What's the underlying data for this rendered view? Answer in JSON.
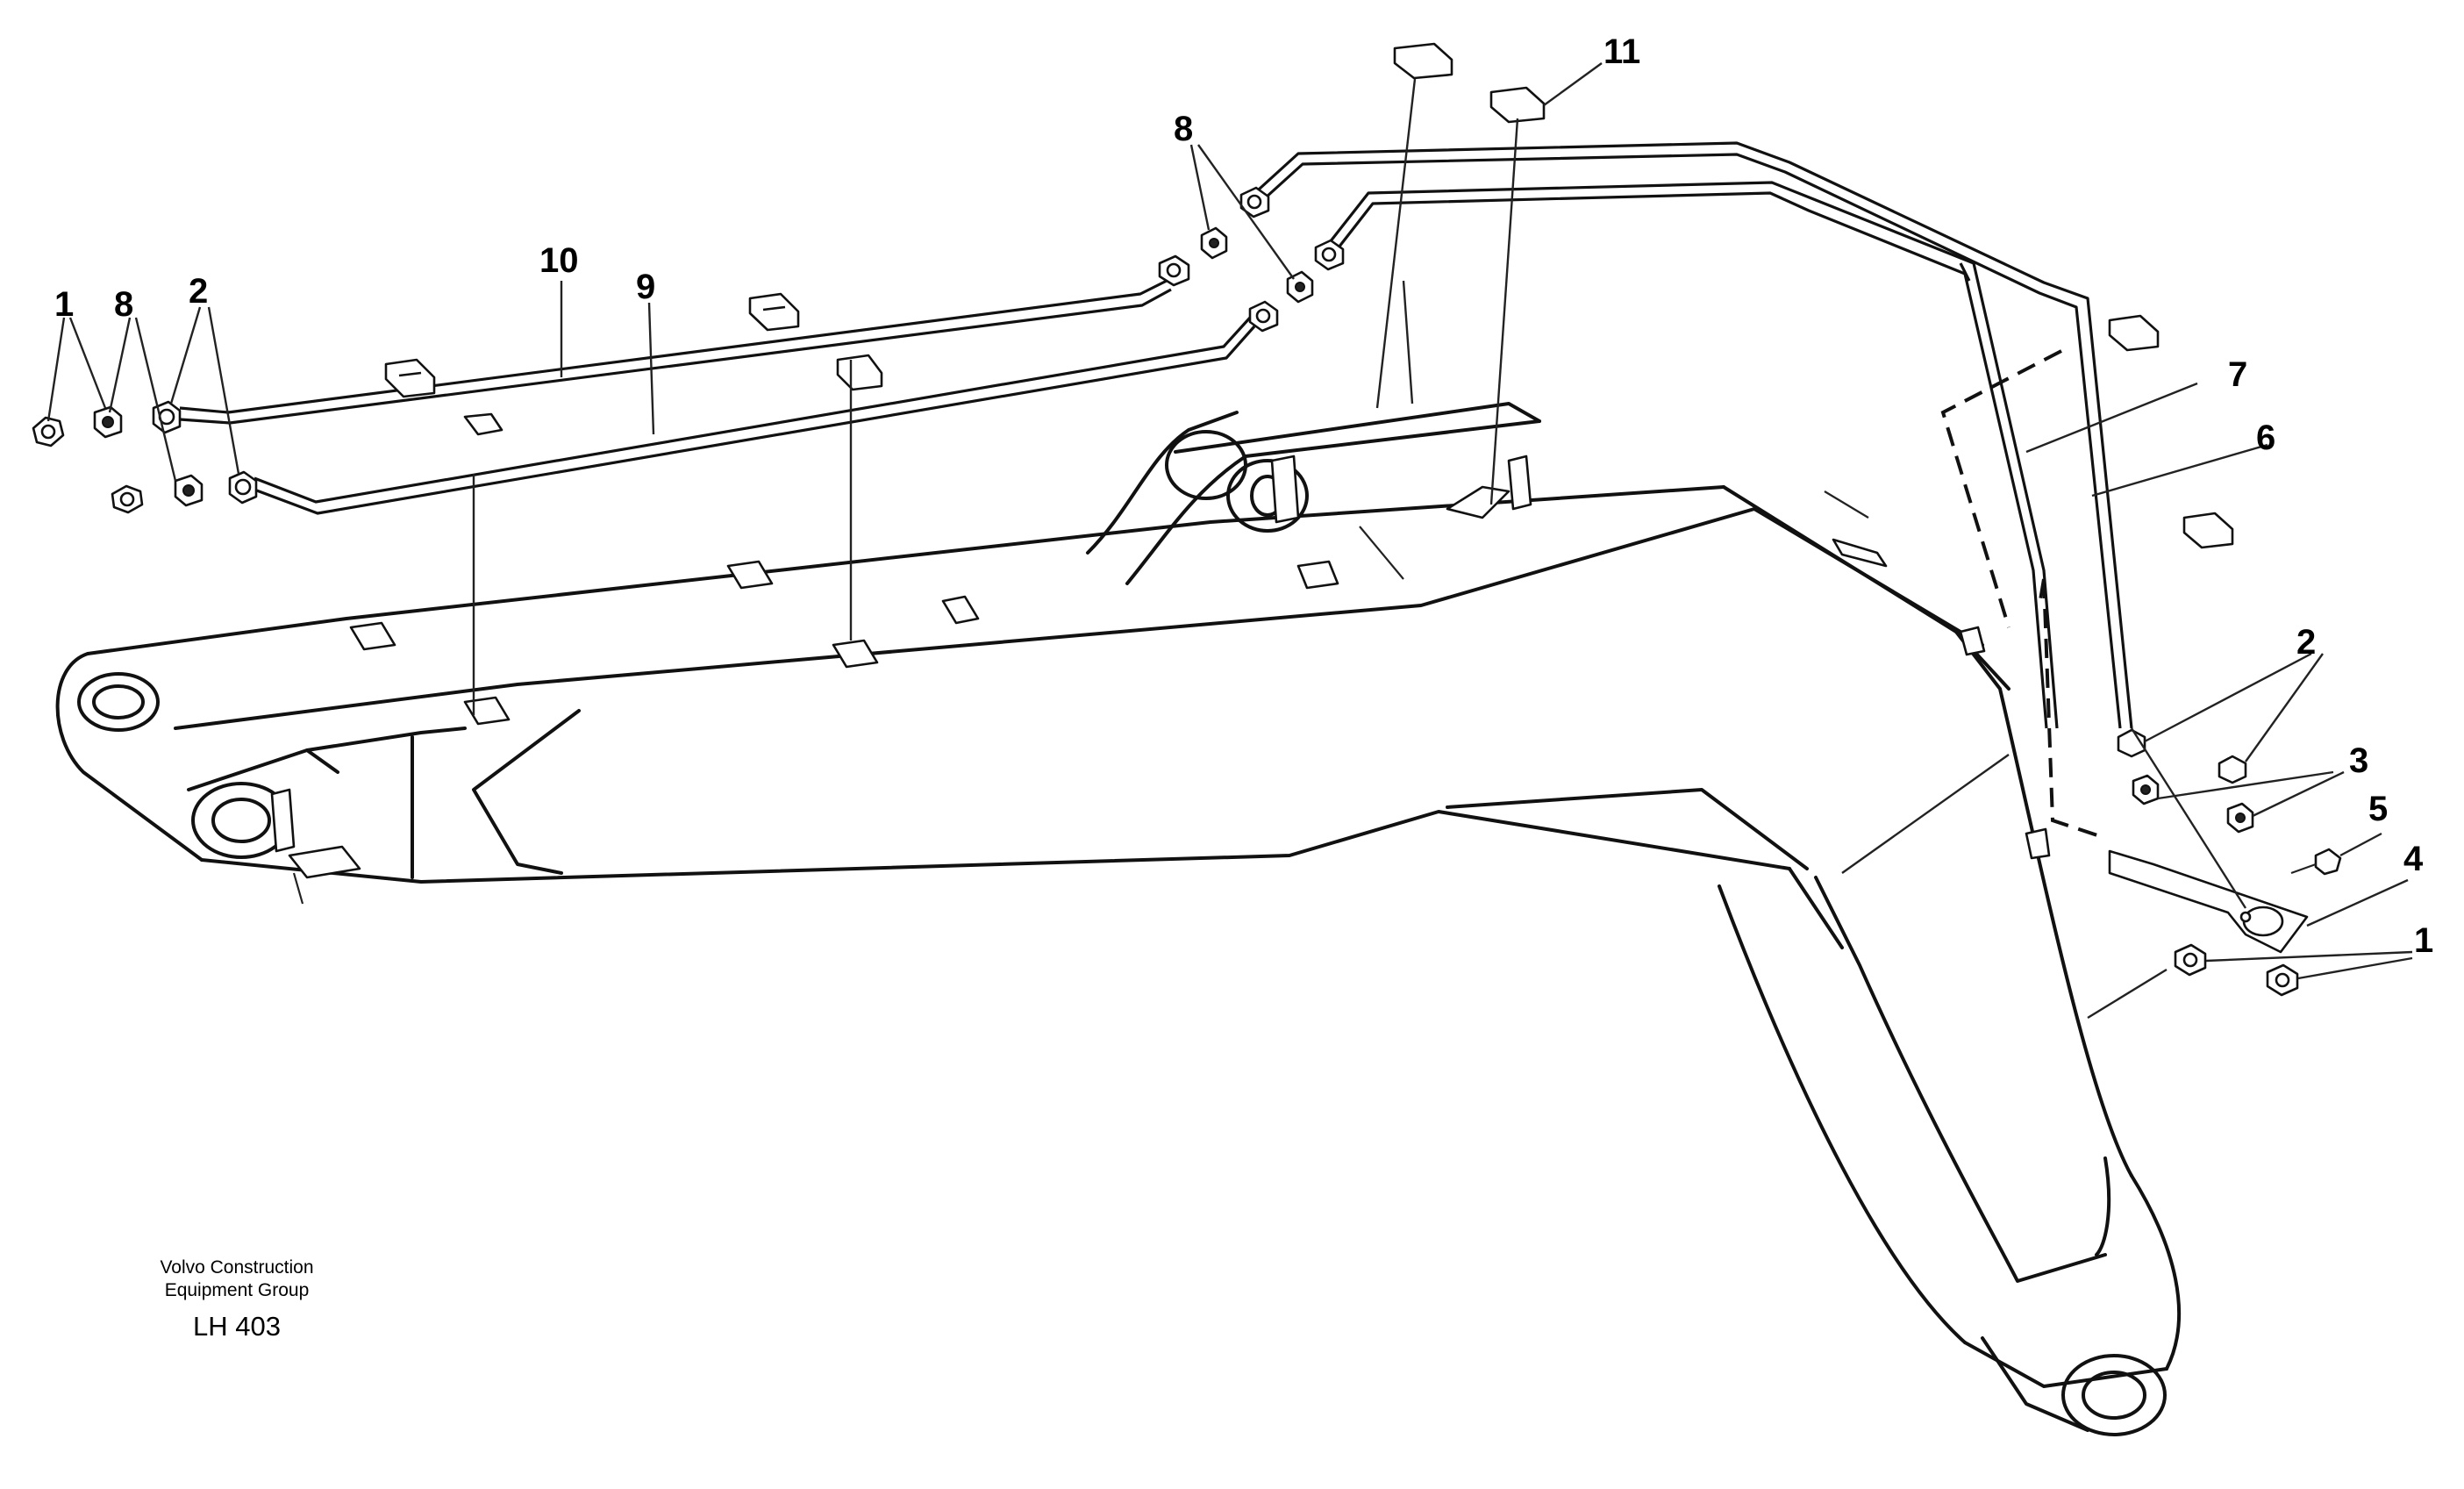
{
  "callouts": {
    "c1a": "1",
    "c8a": "8",
    "c2a": "2",
    "c10": "10",
    "c9": "9",
    "c8b": "8",
    "c11": "11",
    "c7": "7",
    "c6": "6",
    "c2b": "2",
    "c3": "3",
    "c5": "5",
    "c4": "4",
    "c1b": "1"
  },
  "caption": {
    "line1": "Volvo Construction",
    "line2": "Equipment Group",
    "code": "LH 403"
  }
}
